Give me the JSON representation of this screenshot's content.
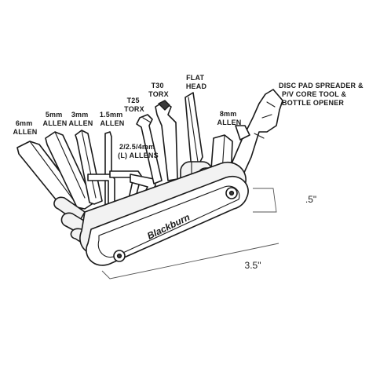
{
  "labels": {
    "allen_6mm": [
      "6mm",
      "ALLEN"
    ],
    "allen_5mm": [
      "5mm",
      "ALLEN"
    ],
    "allen_3mm": [
      "3mm",
      "ALLEN"
    ],
    "allen_1_5mm": [
      "1.5mm",
      "ALLEN"
    ],
    "torx_t25": [
      "T25",
      "TORX"
    ],
    "torx_t30": [
      "T30",
      "TORX"
    ],
    "flat_head": [
      "FLAT",
      "HEAD"
    ],
    "allen_8mm": [
      "8mm",
      "ALLEN"
    ],
    "l_allens": [
      "2/2.5/4mm",
      "(L) ALLENS"
    ],
    "disc_pad": [
      "DISC PAD SPREADER &",
      "P/V CORE TOOL &",
      "BOTTLE OPENER"
    ]
  },
  "brand": "Blackburn",
  "dimensions": {
    "length": "3.5\"",
    "thickness": ".5\""
  }
}
